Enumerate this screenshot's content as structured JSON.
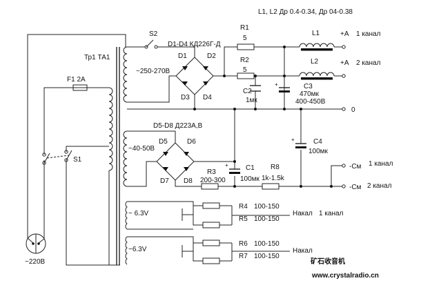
{
  "header": {
    "inductor_spec": "L1, L2  Др 0.4-0.34, Др 04-0.38"
  },
  "transformer": {
    "label": "Тр1 ТА1",
    "sec1_voltage": "~250-270В",
    "sec2_voltage": "~40-50В",
    "sec3_voltage": "~ 6.3V",
    "sec4_voltage": "~6.3V"
  },
  "mains": {
    "label": "~220В",
    "fuse": "F1 2A",
    "switch": "S1"
  },
  "switch2": "S2",
  "bridge_hv": {
    "title": "D1-D4 КД226Г-Д",
    "d1": "D1",
    "d2": "D2",
    "d3": "D3",
    "d4": "D4"
  },
  "bridge_lv": {
    "title": "D5-D8 Д223А,В",
    "d5": "D5",
    "d6": "D6",
    "d7": "D7",
    "d8": "D8"
  },
  "r1": {
    "name": "R1",
    "value": "5"
  },
  "r2": {
    "name": "R2",
    "value": "5"
  },
  "l1": "L1",
  "l2": "L2",
  "c2": {
    "name": "C2",
    "value": "1мк"
  },
  "c3": {
    "name": "C3",
    "value": "470мк",
    "voltage": "400-450В"
  },
  "c4": {
    "name": "C4",
    "value": "100мк"
  },
  "r3": {
    "name": "R3",
    "value": "200-300"
  },
  "c1": {
    "name": "C1",
    "value": "100мк"
  },
  "r8": {
    "name": "R8",
    "value": "1k-1.5k"
  },
  "outputs": {
    "a1": "+A",
    "a1_ch": "1 канал",
    "a2": "+A",
    "a2_ch": "2 канал",
    "zero": "0",
    "cm1": "-См",
    "cm1_ch": "1 канал",
    "cm2": "-См",
    "cm2_ch": "2 канал",
    "nakal1": "Накал",
    "nakal1_ch": "1 канал",
    "nakal2": "Накал"
  },
  "r4": {
    "name": "R4",
    "value": "100-150"
  },
  "r5": {
    "name": "R5",
    "value": "100-150"
  },
  "r6": {
    "name": "R6",
    "value": "100-150"
  },
  "r7": {
    "name": "R7",
    "value": "100-150"
  },
  "watermark": {
    "cn": "矿石收音机",
    "url": "www.crystalradio.cn"
  }
}
